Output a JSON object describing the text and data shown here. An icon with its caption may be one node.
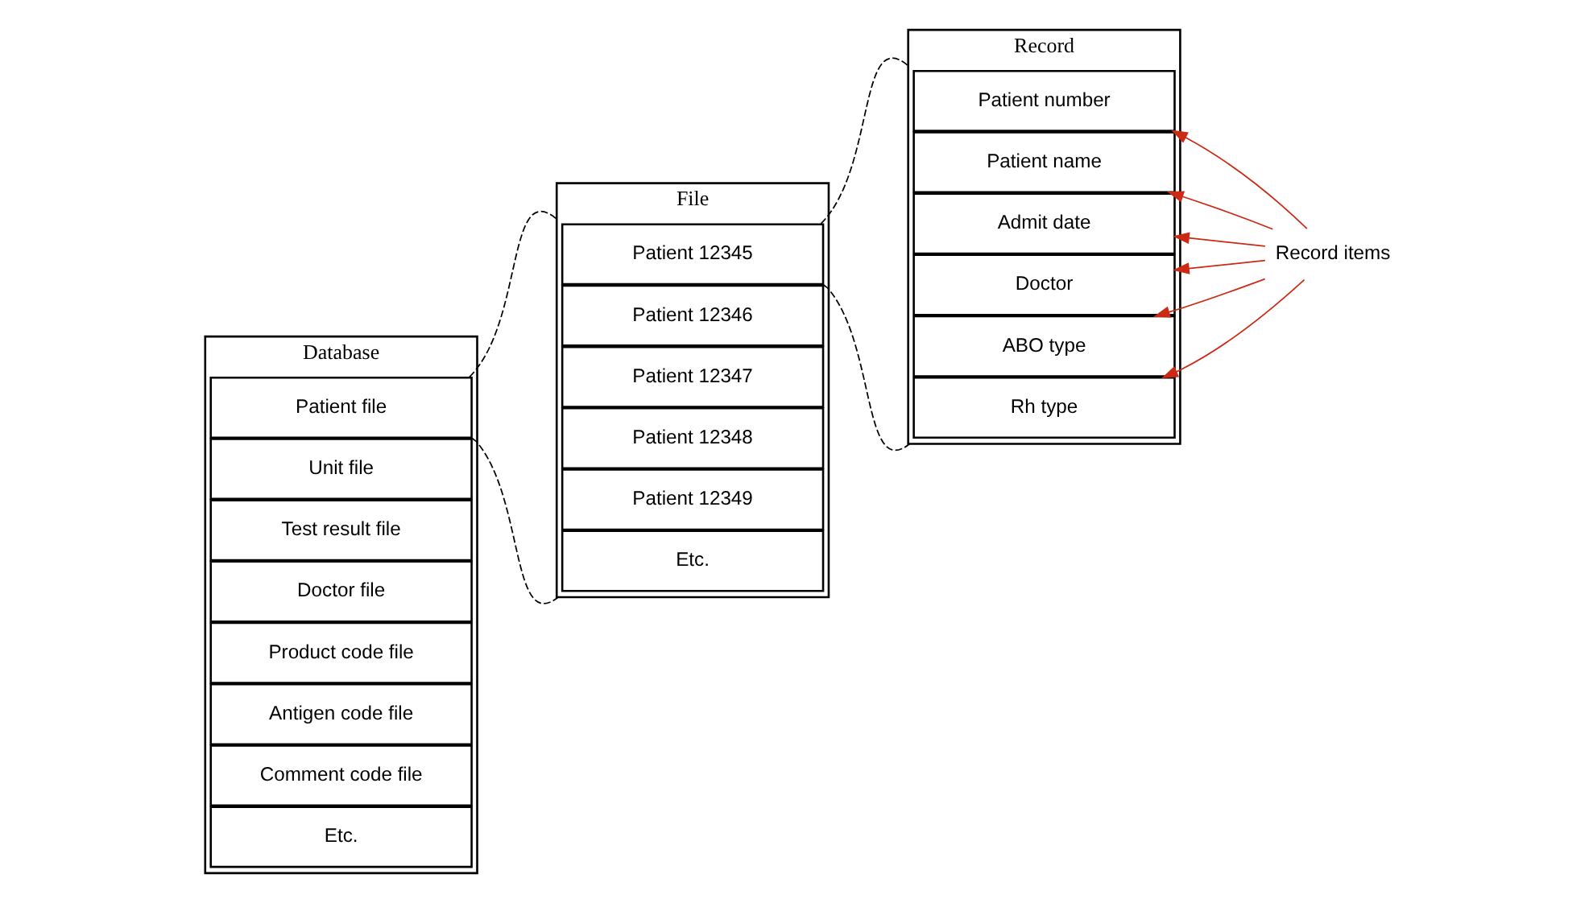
{
  "diagram": {
    "nodes": [
      {
        "text": [
          "Database"
        ]
      },
      {
        "text": [
          "Patient file"
        ],
        "in": 0
      },
      {
        "text": [
          "Unit file"
        ],
        "in": 0
      },
      {
        "text": [
          "Test result file"
        ],
        "in": 0
      },
      {
        "text": [
          "Doctor file"
        ],
        "in": 0
      },
      {
        "text": [
          "Product code file"
        ],
        "in": 0
      },
      {
        "text": [
          "Antigen code file"
        ],
        "in": 0
      },
      {
        "text": [
          "Comment code file"
        ],
        "in": 0
      },
      {
        "text": [
          "Etc."
        ],
        "in": 0
      },
      {
        "text": [
          "File"
        ]
      },
      {
        "text": [
          "Patient 12345"
        ],
        "in": 9
      },
      {
        "text": [
          "Patient 12346"
        ],
        "in": 9
      },
      {
        "text": [
          "Patient 12347"
        ],
        "in": 9
      },
      {
        "text": [
          "Patient 12348"
        ],
        "in": 9
      },
      {
        "text": [
          "Patient 12349"
        ],
        "in": 9
      },
      {
        "text": [
          "Etc."
        ],
        "in": 9
      },
      {
        "text": [
          "Record"
        ]
      },
      {
        "text": [
          "Patient number"
        ],
        "in": 16
      },
      {
        "text": [
          "Patient name"
        ],
        "in": 16
      },
      {
        "text": [
          "Admit date"
        ],
        "in": 16
      },
      {
        "text": [
          "Doctor"
        ],
        "in": 16
      },
      {
        "text": [
          "ABO type"
        ],
        "in": 16
      },
      {
        "text": [
          "Rh type"
        ],
        "in": 16
      },
      {
        "text": [
          "Record items"
        ]
      }
    ],
    "edges": [
      {
        "from": 1,
        "to": 9,
        "arrow": "none",
        "style": "dashed",
        "color": "#000000"
      },
      {
        "from": 1,
        "to": 9,
        "arrow": "none",
        "style": "dashed",
        "color": "#000000"
      },
      {
        "from": 10,
        "to": 16,
        "arrow": "none",
        "style": "dashed",
        "color": "#000000"
      },
      {
        "from": 10,
        "to": 16,
        "arrow": "none",
        "style": "dashed",
        "color": "#000000"
      },
      {
        "from": 23,
        "to": 17,
        "arrow": "to",
        "color": "#cc2a14"
      },
      {
        "from": 23,
        "to": 18,
        "arrow": "to",
        "color": "#cc2a14"
      },
      {
        "from": 23,
        "to": 19,
        "arrow": "to",
        "color": "#cc2a14"
      },
      {
        "from": 23,
        "to": 20,
        "arrow": "to",
        "color": "#cc2a14"
      },
      {
        "from": 23,
        "to": 21,
        "arrow": "to",
        "color": "#cc2a14"
      },
      {
        "from": 23,
        "to": 22,
        "arrow": "to",
        "color": "#cc2a14"
      }
    ]
  }
}
